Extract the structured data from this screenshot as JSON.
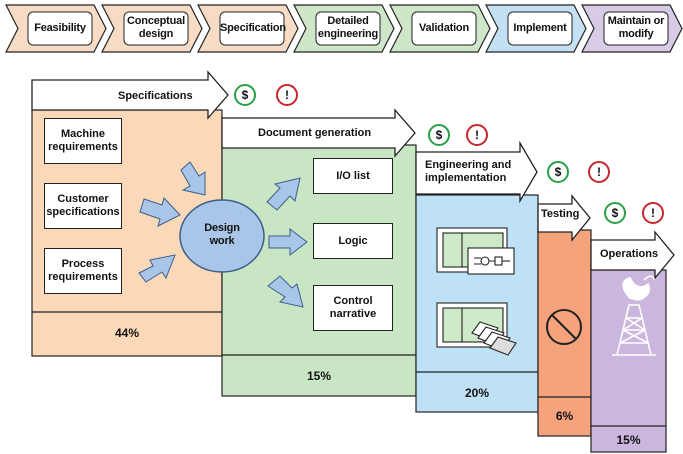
{
  "phases": [
    {
      "label": "Feasibility",
      "color": "#f6dcc4"
    },
    {
      "label": "Conceptual design",
      "line1": "Conceptual",
      "line2": "design",
      "color": "#f6dcc4"
    },
    {
      "label": "Specification",
      "color": "#f6dcc4"
    },
    {
      "label": "Detailed engineering",
      "line1": "Detailed",
      "line2": "engineering",
      "color": "#cfe6c9"
    },
    {
      "label": "Validation",
      "color": "#cfe6c9"
    },
    {
      "label": "Implement",
      "color": "#c4e1f4"
    },
    {
      "label": "Maintain or modify",
      "line1": "Maintain or",
      "line2": "modify",
      "color": "#d7cbe6"
    }
  ],
  "stages": {
    "specifications": {
      "title": "Specifications",
      "percent": "44%",
      "color": "#fbd9b8"
    },
    "document_generation": {
      "title": "Document generation",
      "percent": "15%",
      "color": "#c9e6c4"
    },
    "engineering": {
      "title_line1": "Engineering and",
      "title_line2": "implementation",
      "percent": "20%",
      "color": "#bfe1f6"
    },
    "testing": {
      "title": "Testing",
      "percent": "6%",
      "color": "#f4a37c"
    },
    "operations": {
      "title": "Operations",
      "percent": "15%",
      "color": "#cbb6de"
    }
  },
  "inputs": [
    {
      "line1": "Machine",
      "line2": "requirements"
    },
    {
      "line1": "Customer",
      "line2": "specifications"
    },
    {
      "line1": "Process",
      "line2": "requirements"
    }
  ],
  "design_work": {
    "line1": "Design",
    "line2": "work"
  },
  "documents": [
    {
      "line1": "I/O list",
      "line2": ""
    },
    {
      "line1": "Logic",
      "line2": ""
    },
    {
      "line1": "Control",
      "line2": "narrative"
    }
  ],
  "badges": {
    "cost": "$",
    "risk": "!"
  }
}
